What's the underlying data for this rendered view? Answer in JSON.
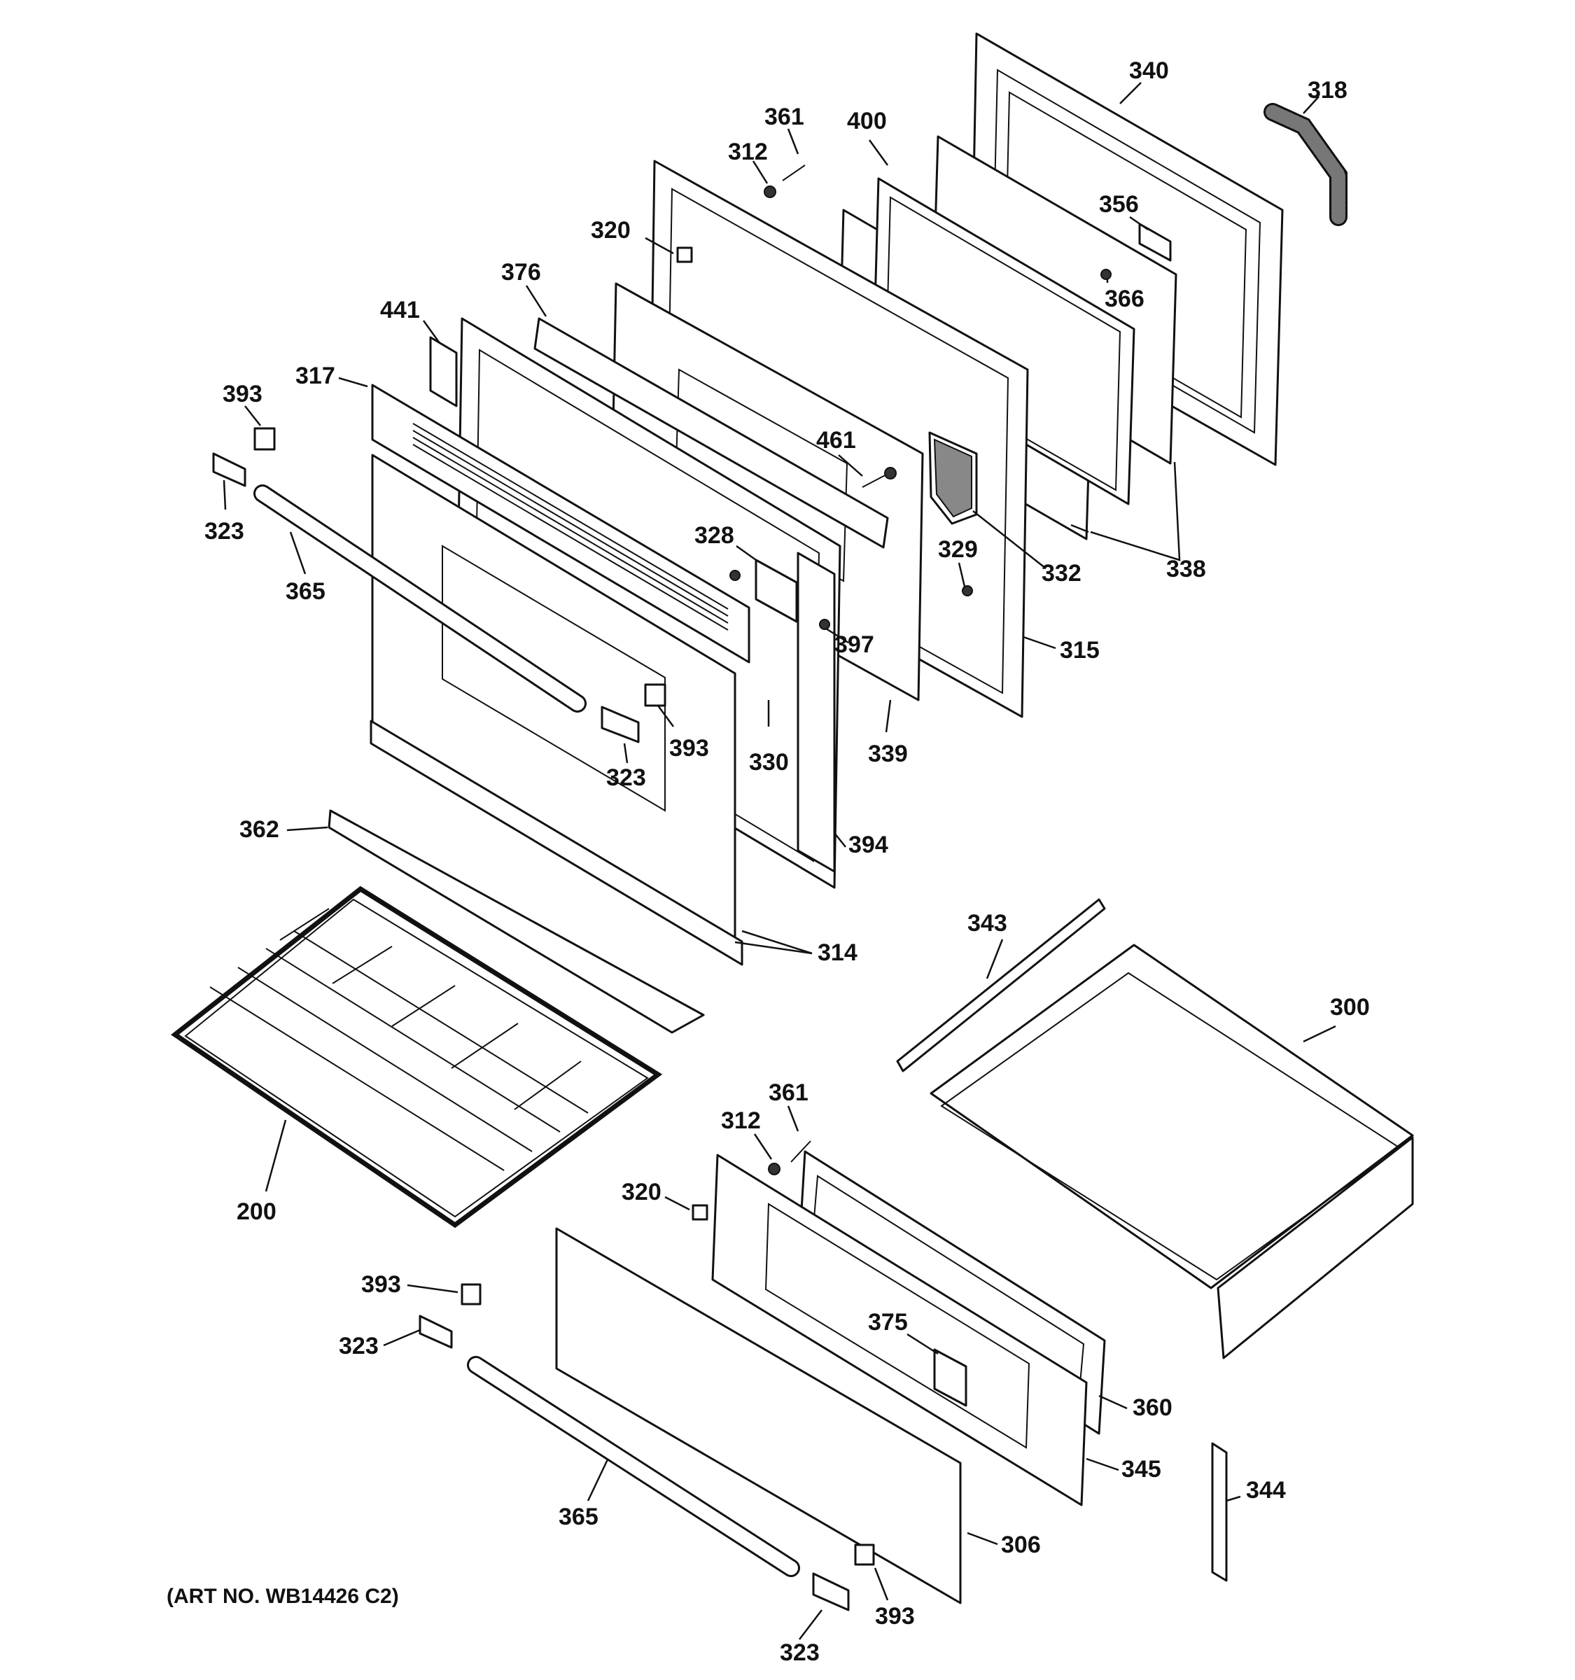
{
  "art_number": "(ART NO. WB14426 C2)",
  "callouts": [
    {
      "id": "c340",
      "text": "340"
    },
    {
      "id": "c318",
      "text": "318"
    },
    {
      "id": "c361a",
      "text": "361"
    },
    {
      "id": "c400",
      "text": "400"
    },
    {
      "id": "c312a",
      "text": "312"
    },
    {
      "id": "c356",
      "text": "356"
    },
    {
      "id": "c320a",
      "text": "320"
    },
    {
      "id": "c376",
      "text": "376"
    },
    {
      "id": "c366",
      "text": "366"
    },
    {
      "id": "c441",
      "text": "441"
    },
    {
      "id": "c317",
      "text": "317"
    },
    {
      "id": "c393a",
      "text": "393"
    },
    {
      "id": "c461",
      "text": "461"
    },
    {
      "id": "c323a",
      "text": "323"
    },
    {
      "id": "c328",
      "text": "328"
    },
    {
      "id": "c329",
      "text": "329"
    },
    {
      "id": "c332",
      "text": "332"
    },
    {
      "id": "c338",
      "text": "338"
    },
    {
      "id": "c365a",
      "text": "365"
    },
    {
      "id": "c397",
      "text": "397"
    },
    {
      "id": "c315",
      "text": "315"
    },
    {
      "id": "c393b",
      "text": "393"
    },
    {
      "id": "c330",
      "text": "330"
    },
    {
      "id": "c339",
      "text": "339"
    },
    {
      "id": "c323b",
      "text": "323"
    },
    {
      "id": "c362",
      "text": "362"
    },
    {
      "id": "c394",
      "text": "394"
    },
    {
      "id": "c314",
      "text": "314"
    },
    {
      "id": "c343",
      "text": "343"
    },
    {
      "id": "c300",
      "text": "300"
    },
    {
      "id": "c361b",
      "text": "361"
    },
    {
      "id": "c312b",
      "text": "312"
    },
    {
      "id": "c320b",
      "text": "320"
    },
    {
      "id": "c200",
      "text": "200"
    },
    {
      "id": "c393c",
      "text": "393"
    },
    {
      "id": "c375",
      "text": "375"
    },
    {
      "id": "c323c",
      "text": "323"
    },
    {
      "id": "c360",
      "text": "360"
    },
    {
      "id": "c345",
      "text": "345"
    },
    {
      "id": "c344",
      "text": "344"
    },
    {
      "id": "c365b",
      "text": "365"
    },
    {
      "id": "c306",
      "text": "306"
    },
    {
      "id": "c393d",
      "text": "393"
    },
    {
      "id": "c323d",
      "text": "323"
    }
  ]
}
